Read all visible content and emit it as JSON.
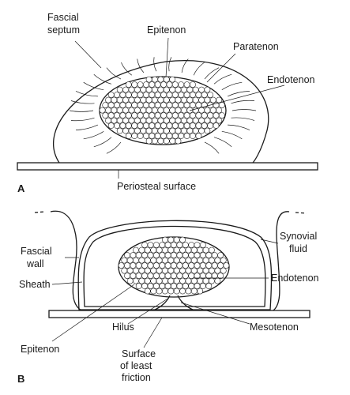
{
  "panel_a": {
    "letter": "A",
    "labels": {
      "fascial_septum_1": "Fascial",
      "fascial_septum_2": "septum",
      "epitenon": "Epitenon",
      "paratenon": "Paratenon",
      "endotenon": "Endotenon",
      "periosteal_surface": "Periosteal surface"
    }
  },
  "panel_b": {
    "letter": "B",
    "labels": {
      "fascial_wall_1": "Fascial",
      "fascial_wall_2": "wall",
      "sheath": "Sheath",
      "synovial_fluid_1": "Synovial",
      "synovial_fluid_2": "fluid",
      "endotenon": "Endotenon",
      "hilus": "Hilus",
      "mesotenon": "Mesotenon",
      "epitenon": "Epitenon",
      "surface_1": "Surface",
      "surface_2": "of least",
      "surface_3": "friction"
    }
  },
  "colors": {
    "ink": "#1a1a1a",
    "background": "#ffffff"
  }
}
